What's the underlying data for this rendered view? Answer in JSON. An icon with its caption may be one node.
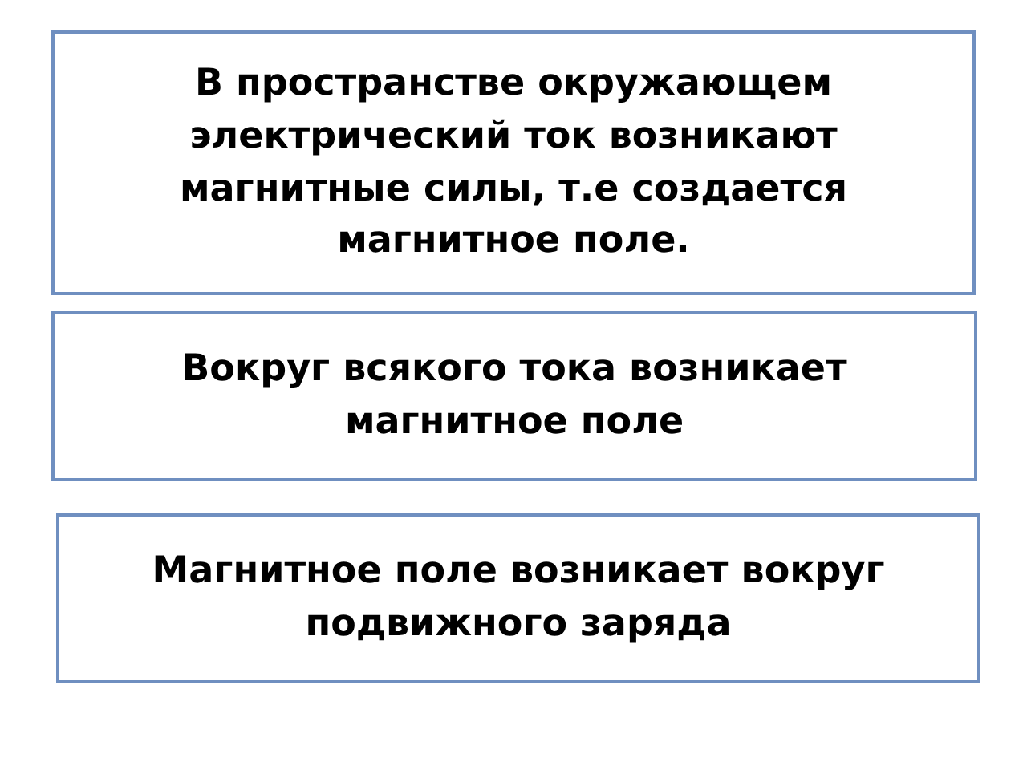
{
  "diagram": {
    "nodes": [
      {
        "text": [
          "В пространстве окружающем электрический ток возникают магнитные силы, т.е создается магнитное поле."
        ]
      },
      {
        "text": [
          "Вокруг всякого тока возникает магнитное поле"
        ]
      },
      {
        "text": [
          "Магнитное поле возникает вокруг подвижного заряда"
        ]
      }
    ]
  }
}
